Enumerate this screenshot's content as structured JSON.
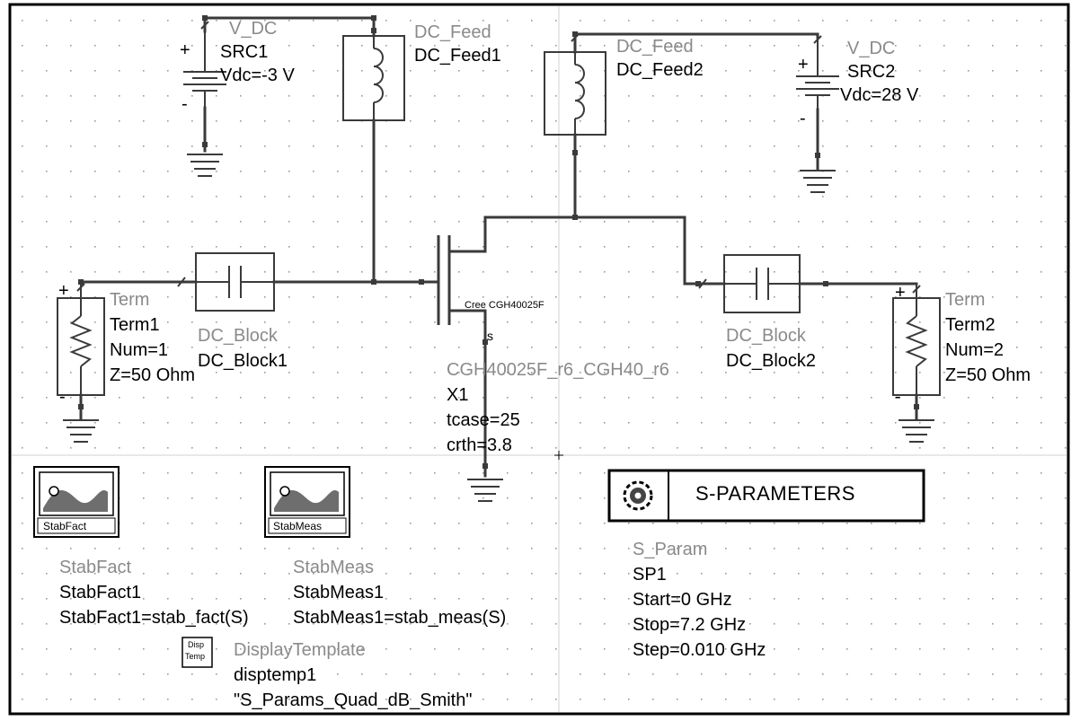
{
  "sources": {
    "src1": {
      "type": "V_DC",
      "name": "SRC1",
      "value": "Vdc=-3 V",
      "plus": "+",
      "minus": "-"
    },
    "src2": {
      "type": "V_DC",
      "name": "SRC2",
      "value": "Vdc=28 V",
      "plus": "+",
      "minus": "-"
    }
  },
  "feeds": {
    "feed1": {
      "type": "DC_Feed",
      "name": "DC_Feed1"
    },
    "feed2": {
      "type": "DC_Feed",
      "name": "DC_Feed2"
    }
  },
  "blocks": {
    "block1": {
      "type": "DC_Block",
      "name": "DC_Block1"
    },
    "block2": {
      "type": "DC_Block",
      "name": "DC_Block2"
    }
  },
  "terms": {
    "term1": {
      "type": "Term",
      "name": "Term1",
      "num": "Num=1",
      "z": "Z=50 Ohm",
      "plus": "+",
      "minus": "-"
    },
    "term2": {
      "type": "Term",
      "name": "Term2",
      "num": "Num=2",
      "z": "Z=50 Ohm",
      "plus": "+",
      "minus": "-"
    }
  },
  "transistor": {
    "part": "Cree CGH40025F",
    "pin_s": "s",
    "model": "CGH40025F_r6_CGH40_r6",
    "instance": "X1",
    "tcase": "tcase=25",
    "crth": "crth=3.8"
  },
  "stabfact": {
    "button": "StabFact",
    "type": "StabFact",
    "name": "StabFact1",
    "expr": "StabFact1=stab_fact(S)"
  },
  "stabmeas": {
    "button": "StabMeas",
    "type": "StabMeas",
    "name": "StabMeas1",
    "expr": "StabMeas1=stab_meas(S)"
  },
  "display": {
    "icon_line1": "Disp",
    "icon_line2": "Temp",
    "type": "DisplayTemplate",
    "name": "disptemp1",
    "template": "\"S_Params_Quad_dB_Smith\""
  },
  "sparam": {
    "title": "S-PARAMETERS",
    "type": "S_Param",
    "name": "SP1",
    "start": "Start=0 GHz",
    "stop": "Stop=7.2 GHz",
    "step": "Step=0.010 GHz"
  },
  "colors": {
    "wire": "#3a3a3a",
    "gray_label": "#8a8a8a",
    "grid_dot": "#9a9a9a"
  }
}
